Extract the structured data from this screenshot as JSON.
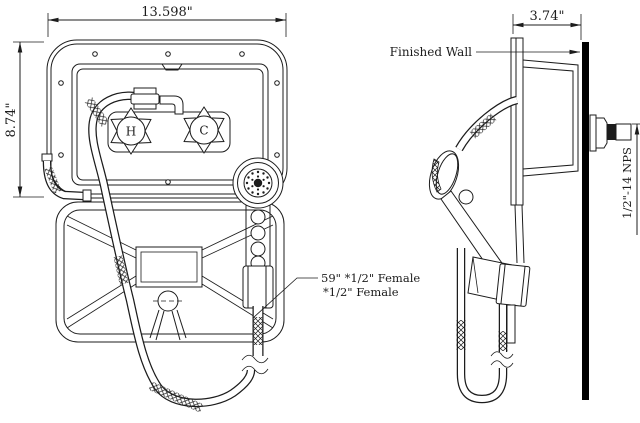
{
  "labels": {
    "width_dim": "13.598\"",
    "height_dim": "8.74\"",
    "depth_dim": "3.74\"",
    "finished_wall": "Finished Wall",
    "thread_spec": "1/2\"-14 NPS",
    "hose_callout_line1": "59\" *1/2\" Female",
    "hose_callout_line2": "*1/2\" Female",
    "hot_knob": "H",
    "cold_knob": "C"
  },
  "colors": {
    "line": "#1c1c1c",
    "background": "#ffffff",
    "wall_fill": "#000000"
  }
}
